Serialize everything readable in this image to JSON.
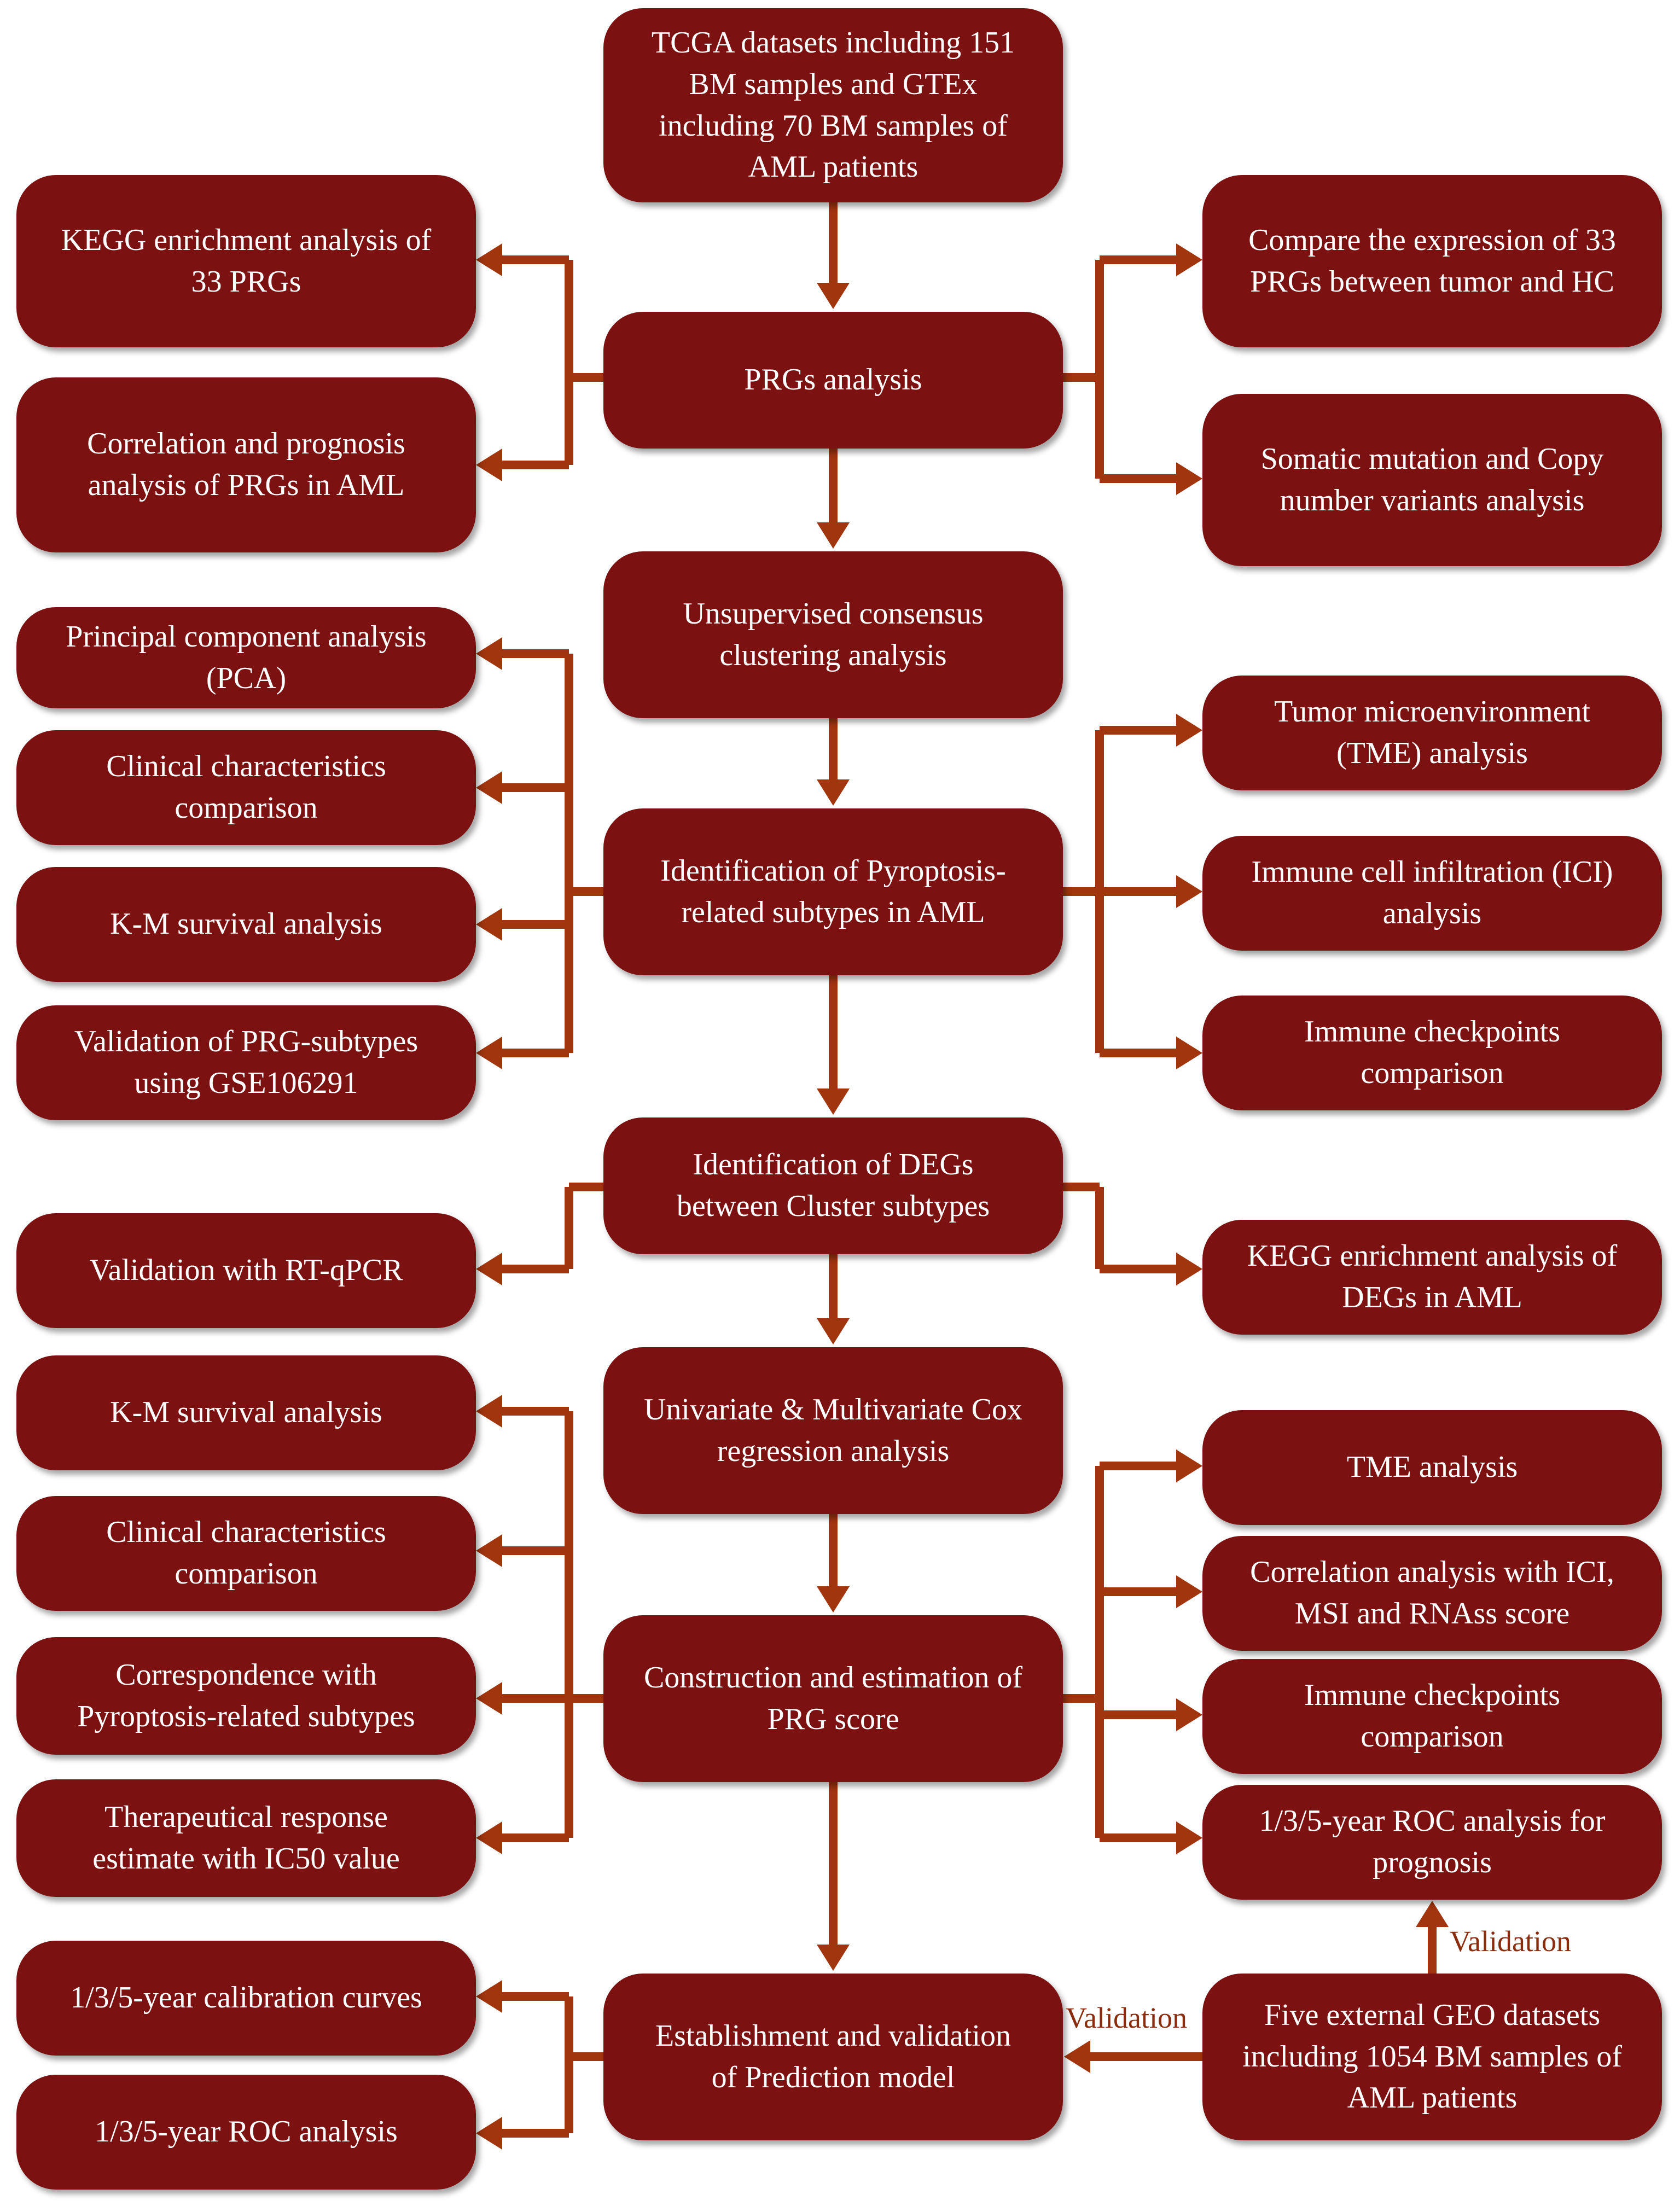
{
  "nodes": {
    "tcga": "TCGA datasets including 151\nBM samples and GTEx\nincluding 70 BM samples of\nAML patients",
    "prgs": "PRGs analysis",
    "kegg33": "KEGG enrichment analysis of\n33 PRGs",
    "corr_prog": "Correlation and prognosis\nanalysis of PRGs in AML",
    "compare33": "Compare the expression of 33\nPRGs between tumor and HC",
    "somatic": "Somatic mutation and Copy\nnumber variants analysis",
    "unsup": "Unsupervised  consensus\nclustering analysis",
    "ident_sub": "Identification of Pyroptosis-\nrelated subtypes in AML",
    "pca": "Principal component analysis\n(PCA)",
    "clin1": "Clinical characteristics\ncomparison",
    "km1": "K-M survival analysis",
    "valid_sub": "Validation of PRG-subtypes\nusing GSE106291",
    "tme1": "Tumor microenvironment\n(TME) analysis",
    "ici": "Immune cell infiltration (ICI)\nanalysis",
    "ckpt1": "Immune checkpoints\ncomparison",
    "degs": "Identification of DEGs\nbetween Cluster subtypes",
    "rtqpcr": "Validation with RT-qPCR",
    "kegg_degs": "KEGG enrichment analysis of\nDEGs in AML",
    "cox": "Univariate & Multivariate Cox\nregression analysis",
    "km2": "K-M survival analysis",
    "clin2": "Clinical characteristics\ncomparison",
    "corresp": "Correspondence with\nPyroptosis-related subtypes",
    "thera": "Therapeutical response\nestimate with IC50 value",
    "construct": "Construction and estimation of\nPRG score",
    "tme2": "TME analysis",
    "corr_ici": "Correlation analysis with ICI,\nMSI and RNAss score",
    "ckpt2": "Immune checkpoints\ncomparison",
    "roc_prog": "1/3/5-year ROC analysis for\nprognosis",
    "calib": "1/3/5-year calibration curves",
    "roc": "1/3/5-year ROC analysis",
    "establish": "Establishment and validation\nof Prediction model",
    "geo": "Five external GEO datasets\nincluding 1054 BM samples of\nAML  patients"
  },
  "labels": {
    "validation_up": "Validation",
    "validation_left": "Validation"
  },
  "colors": {
    "box_fill": "#7b1111",
    "arrow": "#a0350e",
    "text": "#ffffff",
    "label": "#8a2d0e"
  }
}
